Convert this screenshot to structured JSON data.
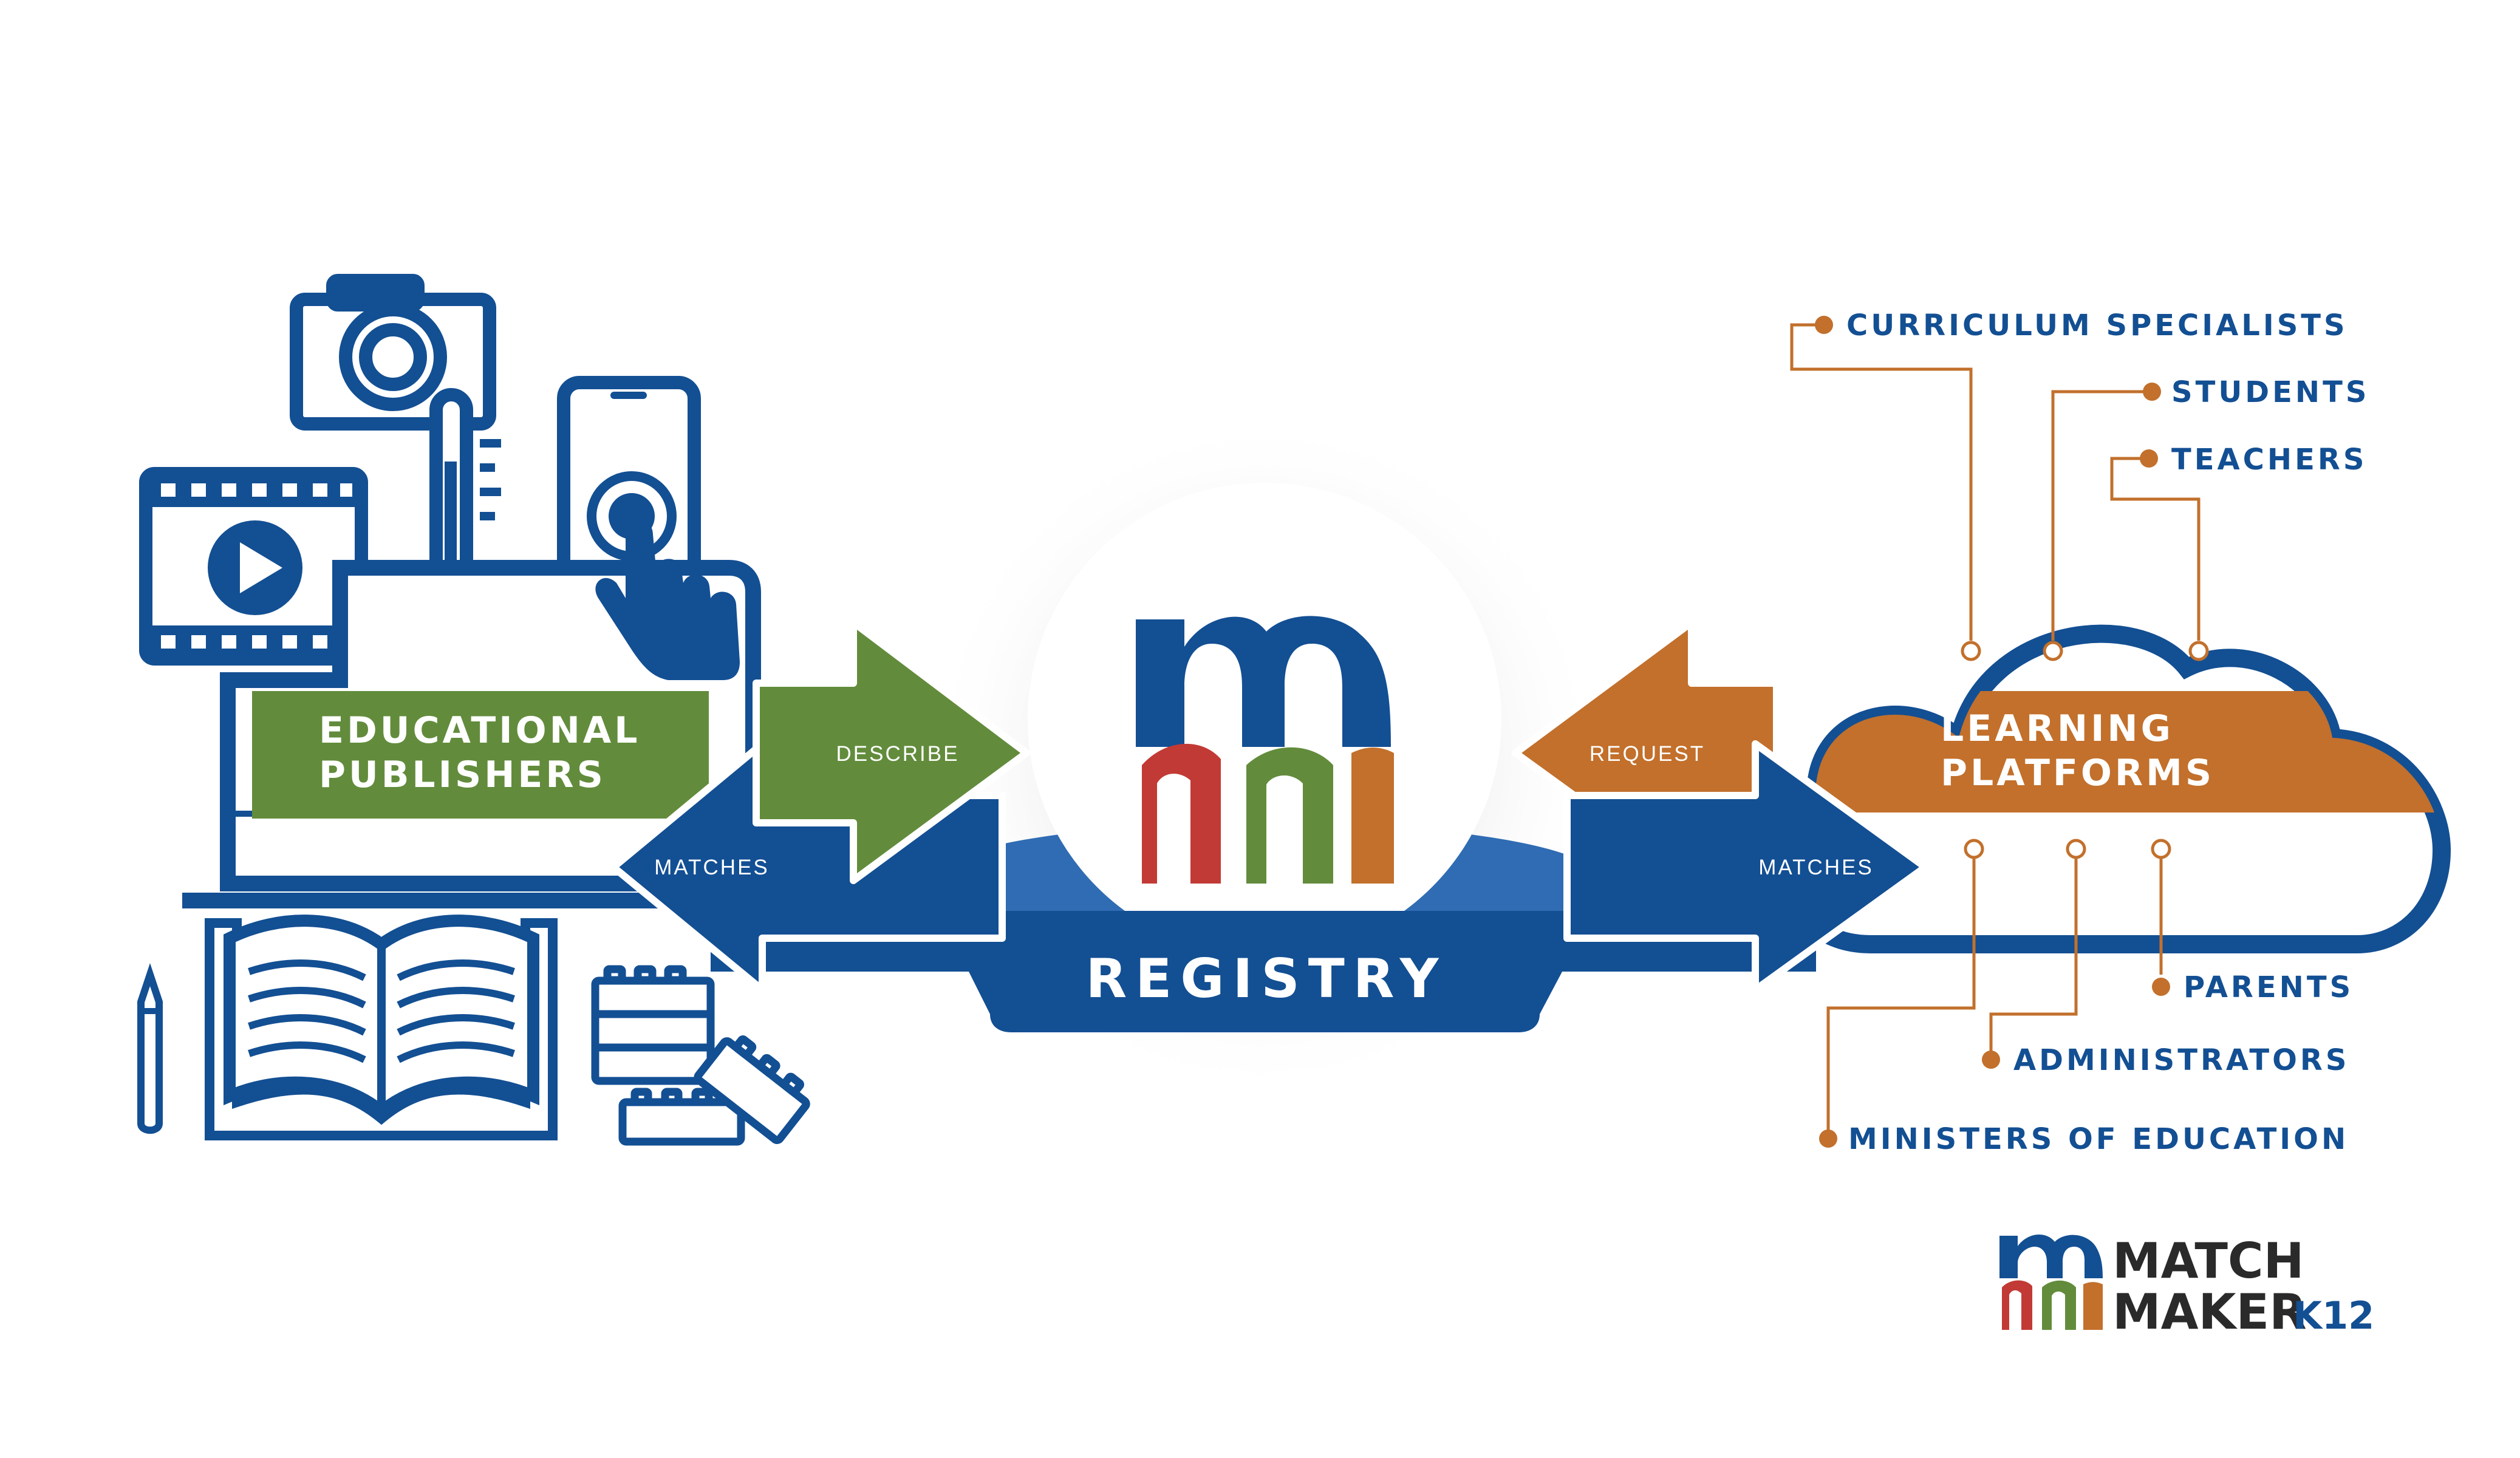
{
  "colors": {
    "blue": "#134f93",
    "green": "#628c3c",
    "orange": "#c2702c",
    "red": "#c23a35",
    "white": "#ffffff",
    "dark": "#2a2a2a"
  },
  "publishers": {
    "line1": "EDUCATIONAL",
    "line2": "PUBLISHERS",
    "icons": [
      "camera-icon",
      "thermometer-icon",
      "smartphone-icon",
      "pointing-hand-icon",
      "video-play-icon",
      "monitor-icon",
      "open-book-icon",
      "pencil-icon",
      "building-blocks-icon"
    ]
  },
  "arrows": {
    "describe": "DESCRIBE",
    "matches_left": "MATCHES",
    "request": "REQUEST",
    "matches_right": "MATCHES"
  },
  "registry": {
    "label": "REGISTRY",
    "logo": "mm-logo"
  },
  "platforms": {
    "line1": "LEARNING",
    "line2": "PLATFORMS",
    "icon": "cloud-icon"
  },
  "audiences_top": [
    "CURRICULUM SPECIALISTS",
    "STUDENTS",
    "TEACHERS"
  ],
  "audiences_bottom": [
    "PARENTS",
    "ADMINISTRATORS",
    "MINISTERS OF EDUCATION"
  ],
  "brand": {
    "line1": "MATCH",
    "line2": "MAKER",
    "suffix": "K12"
  }
}
